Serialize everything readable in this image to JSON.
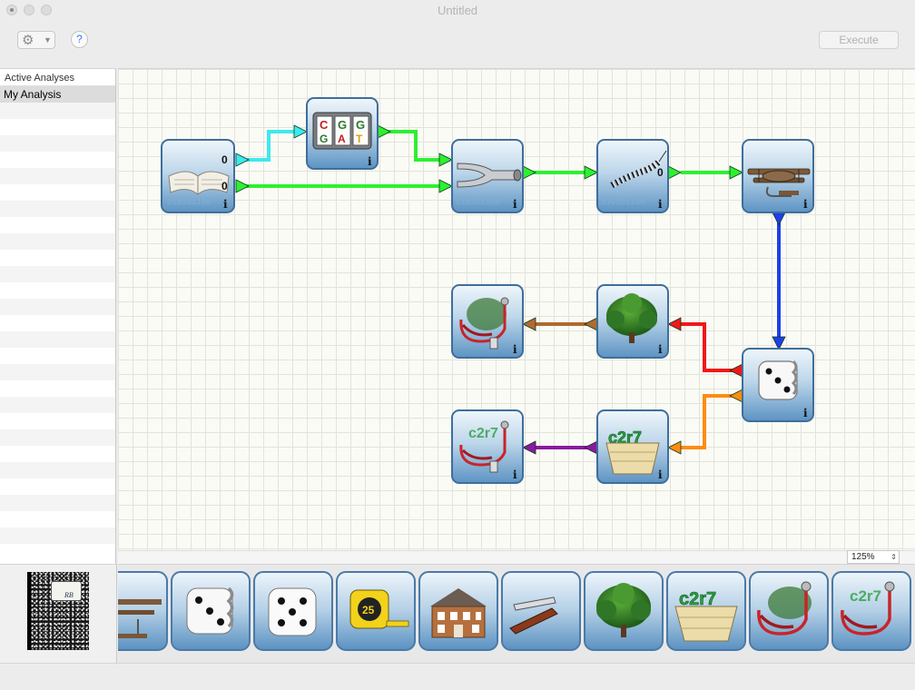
{
  "window": {
    "title": "Untitled"
  },
  "toolbar": {
    "gear_icon": "gear-icon",
    "help_label": "?",
    "execute_label": "Execute"
  },
  "sidebar": {
    "header": "Active Analyses",
    "items": [
      {
        "label": "My Analysis",
        "selected": true
      }
    ]
  },
  "canvas": {
    "zoom": "125%",
    "nodes": [
      {
        "id": "read-data",
        "icon": "open-book-icon",
        "count_upper": "0",
        "count_lower": "0"
      },
      {
        "id": "sequence-simulator",
        "icon": "slot-machine-icon",
        "reels": [
          "C",
          "G",
          "G",
          "G",
          "A",
          "T"
        ]
      },
      {
        "id": "combine",
        "icon": "pipe-merge-icon"
      },
      {
        "id": "caterpillar",
        "icon": "caterpillar-icon",
        "count": "0"
      },
      {
        "id": "biplane",
        "icon": "biplane-icon"
      },
      {
        "id": "dice",
        "icon": "dice-chain-icon"
      },
      {
        "id": "tree",
        "icon": "tree-icon"
      },
      {
        "id": "stethoscope-tree",
        "icon": "stethoscope-tree-icon"
      },
      {
        "id": "basket",
        "icon": "basket-icon",
        "letters": "c2r7"
      },
      {
        "id": "stethoscope-basket",
        "icon": "stethoscope-basket-icon"
      }
    ],
    "binary_texture": [
      "010101100",
      "010101100"
    ],
    "info_glyph": "i",
    "connection_colors": {
      "cyan": "#3ee8ee",
      "green": "#2ef030",
      "blue": "#1f3ee8",
      "red": "#f01818",
      "brown": "#b06a30",
      "orange": "#ff8c10",
      "purple": "#8a1aa0"
    }
  },
  "palette": {
    "items": [
      {
        "icon": "biplane-icon"
      },
      {
        "icon": "dice-chain-icon"
      },
      {
        "icon": "dice-icon"
      },
      {
        "icon": "tape-measure-icon",
        "label": "25"
      },
      {
        "icon": "house-icon"
      },
      {
        "icon": "razor-icon"
      },
      {
        "icon": "tree-icon"
      },
      {
        "icon": "basket-icon"
      },
      {
        "icon": "stethoscope-tree-icon"
      },
      {
        "icon": "stethoscope-basket-icon"
      }
    ]
  },
  "notebook": {
    "label": "RB"
  }
}
